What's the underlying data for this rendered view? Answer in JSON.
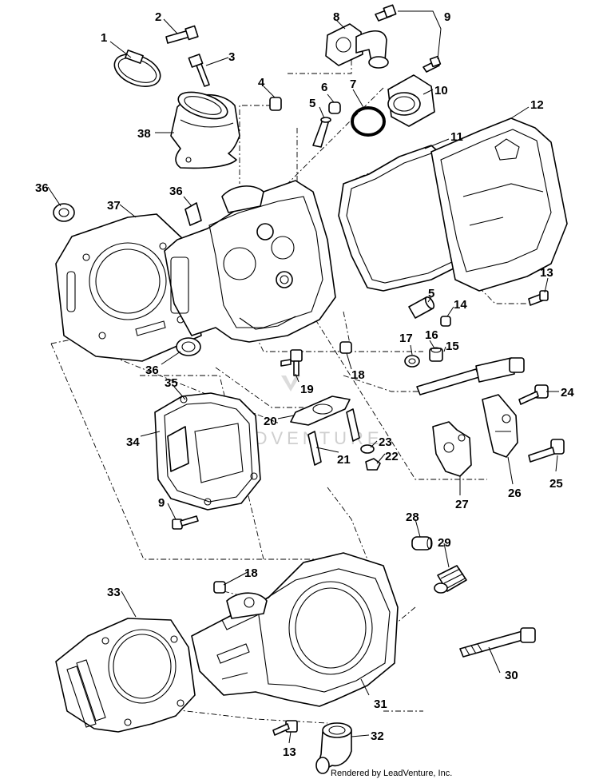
{
  "callouts": {
    "c1": "1",
    "c2": "2",
    "c3": "3",
    "c4": "4",
    "c5a": "5",
    "c5b": "5",
    "c6": "6",
    "c7": "7",
    "c8": "8",
    "c9a": "9",
    "c9b": "9",
    "c10": "10",
    "c11": "11",
    "c12": "12",
    "c13a": "13",
    "c13b": "13",
    "c14": "14",
    "c15": "15",
    "c16": "16",
    "c17": "17",
    "c18a": "18",
    "c18b": "18",
    "c19": "19",
    "c20": "20",
    "c21": "21",
    "c22": "22",
    "c23": "23",
    "c24": "24",
    "c25": "25",
    "c26": "26",
    "c27": "27",
    "c28": "28",
    "c29": "29",
    "c30": "30",
    "c31": "31",
    "c32": "32",
    "c33": "33",
    "c34": "34",
    "c35": "35",
    "c36a": "36",
    "c36b": "36",
    "c36c": "36",
    "c37": "37",
    "c38": "38"
  },
  "watermark": "LEADVENTURE",
  "footer": {
    "credit": "Rendered by LeadVenture, Inc."
  }
}
